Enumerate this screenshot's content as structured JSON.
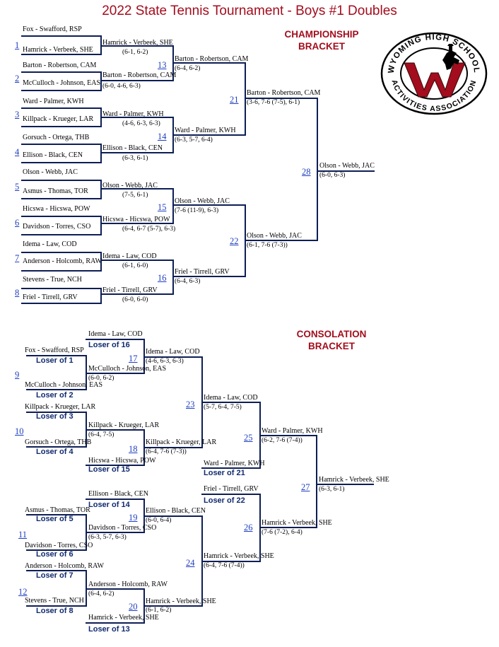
{
  "title": "2022 State Tennis Tournament - Boys #1 Doubles",
  "championship": {
    "heading_line1": "CHAMPIONSHIP",
    "heading_line2": "BRACKET",
    "matches": {
      "m1": {
        "num": "1",
        "top": "Fox - Swafford, RSP",
        "bottom": "Hamrick - Verbeek, SHE"
      },
      "m2": {
        "num": "2",
        "top": "Barton - Robertson, CAM",
        "bottom": "McCulloch - Johnson, EAS"
      },
      "m3": {
        "num": "3",
        "top": "Ward - Palmer, KWH",
        "bottom": "Killpack - Krueger, LAR"
      },
      "m4": {
        "num": "4",
        "top": "Gorsuch - Ortega, THB",
        "bottom": "Ellison - Black, CEN"
      },
      "m5": {
        "num": "5",
        "top": "Olson - Webb, JAC",
        "bottom": "Asmus - Thomas, TOR"
      },
      "m6": {
        "num": "6",
        "top": "Hicswa - Hicswa, POW",
        "bottom": "Davidson - Torres, CSO"
      },
      "m7": {
        "num": "7",
        "top": "Idema - Law, COD",
        "bottom": "Anderson - Holcomb, RAW"
      },
      "m8": {
        "num": "8",
        "top": "Stevens - True, NCH",
        "bottom": "Friel - Tirrell, GRV"
      }
    },
    "results": {
      "w1": {
        "name": "Hamrick - Verbeek, SHE",
        "score": "(6-1, 6-2)"
      },
      "w2": {
        "name": "Barton - Robertson, CAM",
        "score": "(6-0, 4-6, 6-3)"
      },
      "w3": {
        "name": "Ward - Palmer, KWH",
        "score": "(4-6, 6-3, 6-3)"
      },
      "w4": {
        "name": "Ellison - Black, CEN",
        "score": "(6-3, 6-1)"
      },
      "w5": {
        "name": "Olson - Webb, JAC",
        "score": "(7-5, 6-1)"
      },
      "w6": {
        "name": "Hicswa - Hicswa, POW",
        "score": "(6-4, 6-7 (5-7), 6-3)"
      },
      "w7": {
        "name": "Idema - Law, COD",
        "score": "(6-1, 6-0)"
      },
      "w8": {
        "name": "Friel - Tirrell, GRV",
        "score": "(6-0, 6-0)"
      },
      "w13": {
        "num": "13",
        "name": "Barton - Robertson, CAM",
        "score": "(6-4, 6-2)"
      },
      "w14": {
        "num": "14",
        "name": "Ward - Palmer, KWH",
        "score": "(6-3, 5-7, 6-4)"
      },
      "w15": {
        "num": "15",
        "name": "Olson - Webb, JAC",
        "score": "(7-6 (11-9), 6-3)"
      },
      "w16": {
        "num": "16",
        "name": "Friel - Tirrell, GRV",
        "score": "(6-4, 6-3)"
      },
      "w21": {
        "num": "21",
        "name": "Barton - Robertson, CAM",
        "score": "(3-6, 7-6 (7-5), 6-1)"
      },
      "w22": {
        "num": "22",
        "name": "Olson - Webb, JAC",
        "score": "(6-1, 7-6 (7-3))"
      },
      "w28": {
        "num": "28",
        "name": "Olson - Webb, JAC",
        "score": "(6-0, 6-3)"
      }
    }
  },
  "consolation": {
    "heading_line1": "CONSOLATION",
    "heading_line2": "BRACKET",
    "round1": {
      "m9": {
        "num": "9",
        "top_name": "Fox - Swafford, RSP",
        "top_loser": "Loser of 1",
        "bottom_name": "McCulloch - Johnson, EAS",
        "bottom_loser": "Loser of 2"
      },
      "m10": {
        "num": "10",
        "top_name": "Killpack - Krueger, LAR",
        "top_loser": "Loser of 3",
        "bottom_name": "Gorsuch - Ortega, THB",
        "bottom_loser": "Loser of 4"
      },
      "m11": {
        "num": "11",
        "top_name": "Asmus - Thomas, TOR",
        "top_loser": "Loser of 5",
        "bottom_name": "Davidson - Torres, CSO",
        "bottom_loser": "Loser of 6"
      },
      "m12": {
        "num": "12",
        "top_name": "Anderson - Holcomb, RAW",
        "top_loser": "Loser of 7",
        "bottom_name": "Stevens - True, NCH",
        "bottom_loser": "Loser of 8"
      }
    },
    "round2": {
      "m17": {
        "num": "17",
        "top_name": "Idema - Law, COD",
        "top_loser": "Loser of 16",
        "winner9": "McCulloch - Johnson, EAS",
        "score9": "(6-0, 6-2)"
      },
      "m18": {
        "num": "18",
        "winner10": "Killpack - Krueger, LAR",
        "score10": "(6-4, 7-5)",
        "bottom_name": "Hicswa - Hicswa, POW",
        "bottom_loser": "Loser of 15"
      },
      "m19": {
        "num": "19",
        "top_name": "Ellison - Black, CEN",
        "top_loser": "Loser of 14",
        "winner11": "Davidson - Torres, CSO",
        "score11": "(6-3, 5-7, 6-3)"
      },
      "m20": {
        "num": "20",
        "winner12": "Anderson - Holcomb, RAW",
        "score12": "(6-4, 6-2)",
        "bottom_name": "Hamrick - Verbeek, SHE",
        "bottom_loser": "Loser of 13"
      }
    },
    "round3": {
      "w17": {
        "name": "Idema - Law, COD",
        "score": "(4-6, 6-3, 6-3)"
      },
      "w18": {
        "name": "Killpack - Krueger, LAR",
        "score": "(6-4, 7-6 (7-3))"
      },
      "w19": {
        "name": "Ellison - Black, CEN",
        "score": "(6-0, 6-4)"
      },
      "w20": {
        "name": "Hamrick - Verbeek, SHE",
        "score": "(6-1, 6-2)"
      },
      "m23": {
        "num": "23",
        "name": "Idema - Law, COD",
        "score": "(5-7, 6-4, 7-5)"
      },
      "m24": {
        "num": "24",
        "name": "Hamrick - Verbeek, SHE",
        "score": "(6-4, 7-6 (7-4))"
      },
      "m25": {
        "num": "25",
        "name": "Ward - Palmer, KWH",
        "score": "(6-2, 7-6 (7-4))",
        "entry_name": "Ward - Palmer, KWH",
        "entry_loser": "Loser of 21"
      },
      "m26": {
        "num": "26",
        "name": "Hamrick - Verbeek, SHE",
        "score": "(7-6 (7-2), 6-4)",
        "entry_name": "Friel - Tirrell, GRV",
        "entry_loser": "Loser of 22"
      },
      "m27": {
        "num": "27",
        "name": "Hamrick - Verbeek, SHE",
        "score": "(6-3, 6-1)"
      }
    }
  },
  "logo": {
    "text_top": "WYOMING HIGH SCHOOL",
    "text_bottom": "ACTIVITIES ASSOCIATION",
    "accent": "#a30d1d",
    "icon": "bucking-horse-rider-icon"
  }
}
